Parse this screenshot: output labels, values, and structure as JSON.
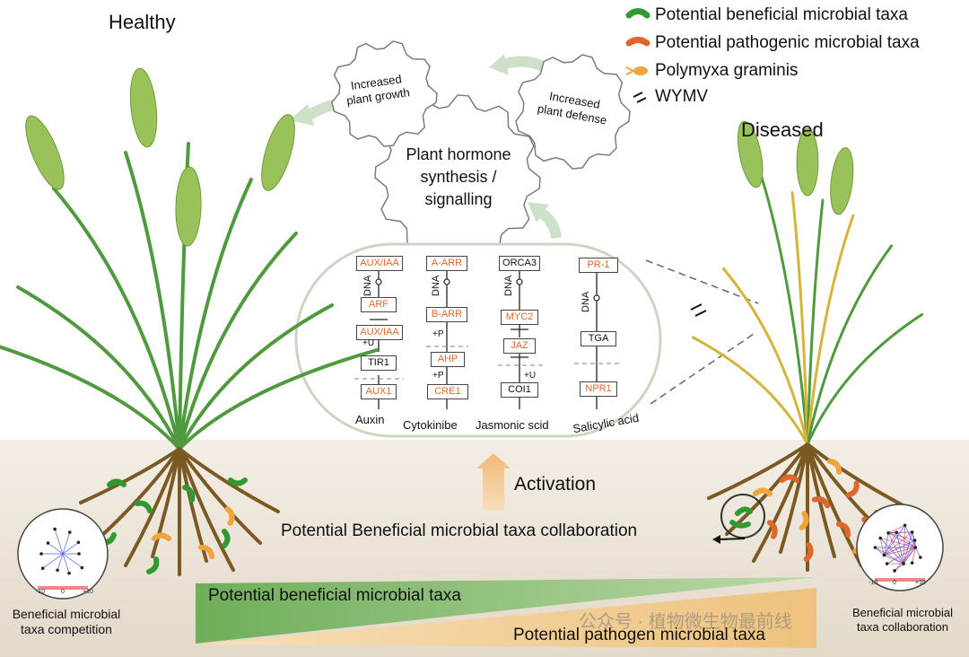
{
  "labels": {
    "healthy": "Healthy",
    "diseased": "Diseased",
    "increased_growth": [
      "Increased",
      "plant growth"
    ],
    "increased_defense": [
      "Increased",
      "plant defense"
    ],
    "hormone": [
      "Plant hormone",
      "synthesis /",
      "signalling"
    ],
    "activation": "Activation",
    "collaboration_main": "Potential Beneficial microbial taxa collaboration",
    "beneficial_bar": "Potential beneficial microbial taxa",
    "pathogen_bar": "Potential pathogen microbial taxa",
    "left_caption": [
      "Beneficial microbial",
      "taxa competition"
    ],
    "right_caption": [
      "Beneficial microbial",
      "taxa collaboration"
    ],
    "watermark": "公众号 · 植物微生物最前线"
  },
  "legend": [
    {
      "label": "Potential beneficial microbial taxa",
      "icon": "green-bacterium-icon"
    },
    {
      "label": "Potential pathogenic microbial taxa",
      "icon": "orange-bacterium-icon"
    },
    {
      "label": "Polymyxa graminis",
      "icon": "polymyxa-icon"
    },
    {
      "label": "WYMV",
      "icon": "virus-icon"
    }
  ],
  "pathways": {
    "auxin": {
      "name": "Auxin",
      "genes": [
        "AUX/IAA",
        "ARF",
        "AUX/IAA",
        "TIR1",
        "AUX1"
      ]
    },
    "cytokinin": {
      "name": "Cytokinibe",
      "genes": [
        "A-ARR",
        "B-ARR",
        "AHP",
        "CRE1"
      ]
    },
    "jasmonic": {
      "name": "Jasmonic scid",
      "genes": [
        "ORCA3",
        "MYC2",
        "JAZ",
        "COI1"
      ]
    },
    "salicylic": {
      "name": "Salicylic acid",
      "genes": [
        "PR-1",
        "TGA",
        "NPR1"
      ]
    },
    "dna": "DNA",
    "plus_p": "+P",
    "plus_u": "+U"
  },
  "network_ticks": [
    "-10",
    "0",
    "+10"
  ],
  "colors": {
    "leaf": "#4f9a3d",
    "ear": "#9ac25a",
    "root": "#7a5a22",
    "soil": "#ece5da",
    "beneficial": "#2f9a2f",
    "pathogenic": "#e0672b",
    "polymyxa": "#f0a43a"
  }
}
